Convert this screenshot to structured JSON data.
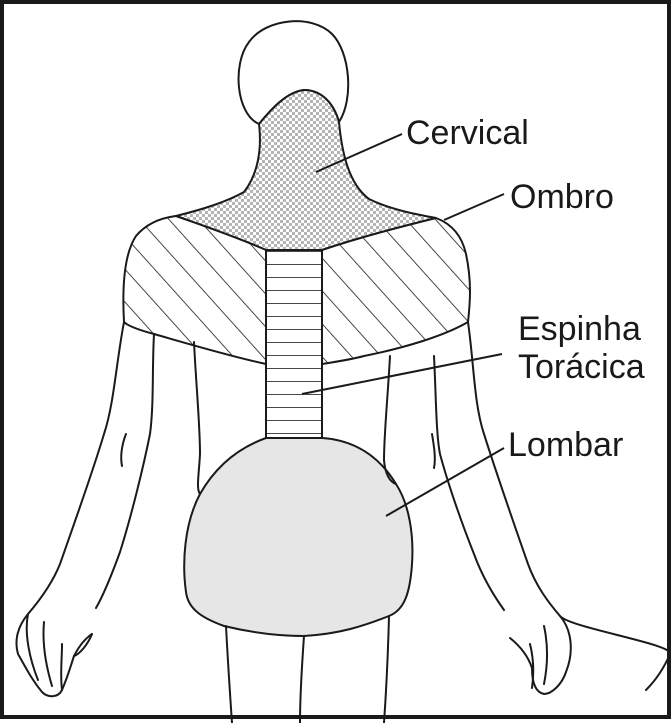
{
  "figure": {
    "labels": {
      "cervical": "Cervical",
      "ombro": "Ombro",
      "espinha_line1": "Espinha",
      "espinha_line2": "Torácica",
      "lombar": "Lombar"
    },
    "colors": {
      "outline": "#1a1a1a",
      "cervical_fill": "#c8c8c8",
      "lombar_fill": "#e6e6e6",
      "background": "#ffffff"
    },
    "patterns": {
      "cervical": "checkered-dots",
      "ombro": "diagonal-hatch",
      "espinha": "horizontal-lines",
      "lombar": "solid-light-gray"
    }
  }
}
